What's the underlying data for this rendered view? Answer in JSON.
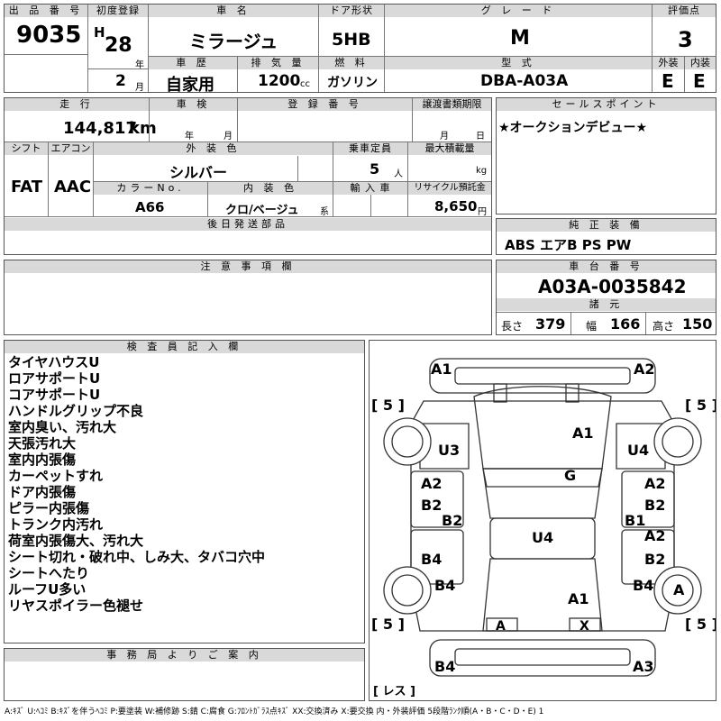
{
  "header": {
    "lot_no_label": "出 品 番 号",
    "lot_no": "9035",
    "first_reg_label": "初度登録",
    "era": "H",
    "year": "28",
    "year_unit": "年",
    "month": "2",
    "month_unit": "月",
    "car_name_label": "車 名",
    "car_name": "ミラージュ",
    "door_label": "ドア形状",
    "door": "5HB",
    "grade_label": "グ レ ー ド",
    "grade": "M",
    "score_label": "評価点",
    "score": "3",
    "history_label": "車 歴",
    "history": "自家用",
    "displacement_label": "排 気 量",
    "displacement": "1200",
    "displacement_unit": "cc",
    "fuel_label": "燃 料",
    "fuel": "ガソリン",
    "model_label": "型 式",
    "model": "DBA-A03A",
    "ext_label": "外装",
    "ext": "E",
    "int_label": "内装",
    "int": "E"
  },
  "row2": {
    "mileage_label": "走 行",
    "mileage": "144,817",
    "mileage_unit": "km",
    "shaken_label": "車 検",
    "shaken_year_unit": "年",
    "shaken_month_unit": "月",
    "reg_no_label": "登 録 番 号",
    "transfer_label": "譲渡書類期限",
    "transfer_month_unit": "月",
    "transfer_day_unit": "日",
    "sales_point_label": "セールスポイント",
    "sales_point": "★オークションデビュー★"
  },
  "row3": {
    "shift_label": "シフト",
    "shift": "FAT",
    "ac_label": "エアコン",
    "ac": "AAC",
    "color_label": "外 装 色",
    "color": "シルバー",
    "capacity_label": "乗車定員",
    "capacity": "5",
    "capacity_unit": "人",
    "max_load_label": "最大積載量",
    "max_load_unit": "kg",
    "color_no_label": "カラーNo.",
    "color_no": "A66",
    "interior_color_label": "内 装 色",
    "interior_color": "クロ/ベージュ",
    "interior_color_unit": "系",
    "import_label": "輸 入 車",
    "recycle_label": "リサイクル預託金",
    "recycle": "8,650",
    "recycle_unit": "円"
  },
  "later_parts_label": "後日発送部品",
  "equipment_label": "純 正 装 備",
  "equipment": "ABS エアB PS PW",
  "caution_label": "注 意 事 項 欄",
  "chassis_label": "車 台 番 号",
  "chassis": "A03A-0035842",
  "specs_label": "諸 元",
  "length_label": "長さ",
  "length": "379",
  "width_label": "幅",
  "width": "166",
  "height_label": "高さ",
  "height": "150",
  "inspector_label": "検 査 員 記 入 欄",
  "inspector_notes": [
    "タイヤハウスU",
    "ロアサポートU",
    "コアサポートU",
    "ハンドルグリップ不良",
    "室内臭い、汚れ大",
    "天張汚れ大",
    "室内内張傷",
    "カーペットすれ",
    "ドア内張傷",
    "ピラー内張傷",
    "トランク内汚れ",
    "荷室内張傷大、汚れ大",
    "シート切れ・破れ中、しみ大、タバコ穴中",
    "シートへたり",
    "ルーフU多い",
    "リヤスポイラー色褪せ"
  ],
  "office_label": "事 務 局 よ り ご 案 内",
  "diagram": {
    "tire_labels": [
      "[ 5 ]",
      "[ 5 ]",
      "[ 5 ]",
      "[ 5 ]"
    ],
    "spare_label": "[ レス ]",
    "marks": {
      "front_left": "A1",
      "front_right": "A2",
      "fender_left": "U3",
      "fender_right": "U4",
      "hood": "A1",
      "windshield": "G",
      "door_fl_1": "A2",
      "door_fl_2": "B2",
      "pillar_l": "B2",
      "door_fr_1": "A2",
      "door_fr_2": "B2",
      "pillar_r": "B1",
      "roof": "U4",
      "door_rl": "B4",
      "door_rr_1": "A2",
      "door_rr_2": "B2",
      "quarter_l": "B4",
      "quarter_r": "B4",
      "circle_r": "A",
      "trunk": "A1",
      "plate_l": "A",
      "plate_r": "X",
      "rear_left": "B4",
      "rear_right": "A3"
    }
  },
  "legend": "A:ｷｽﾞ U:ﾍｺﾐ B:ｷｽﾞを伴うﾍｺﾐ P:要塗装 W:補修跡 S:錆 C:腐食 G:ﾌﾛﾝﾄｶﾞﾗｽ点ｷｽﾞ XX:交換済み X:要交換 内・外装評価 5段階ﾗﾝｸ順(A・B・C・D・E) 1"
}
